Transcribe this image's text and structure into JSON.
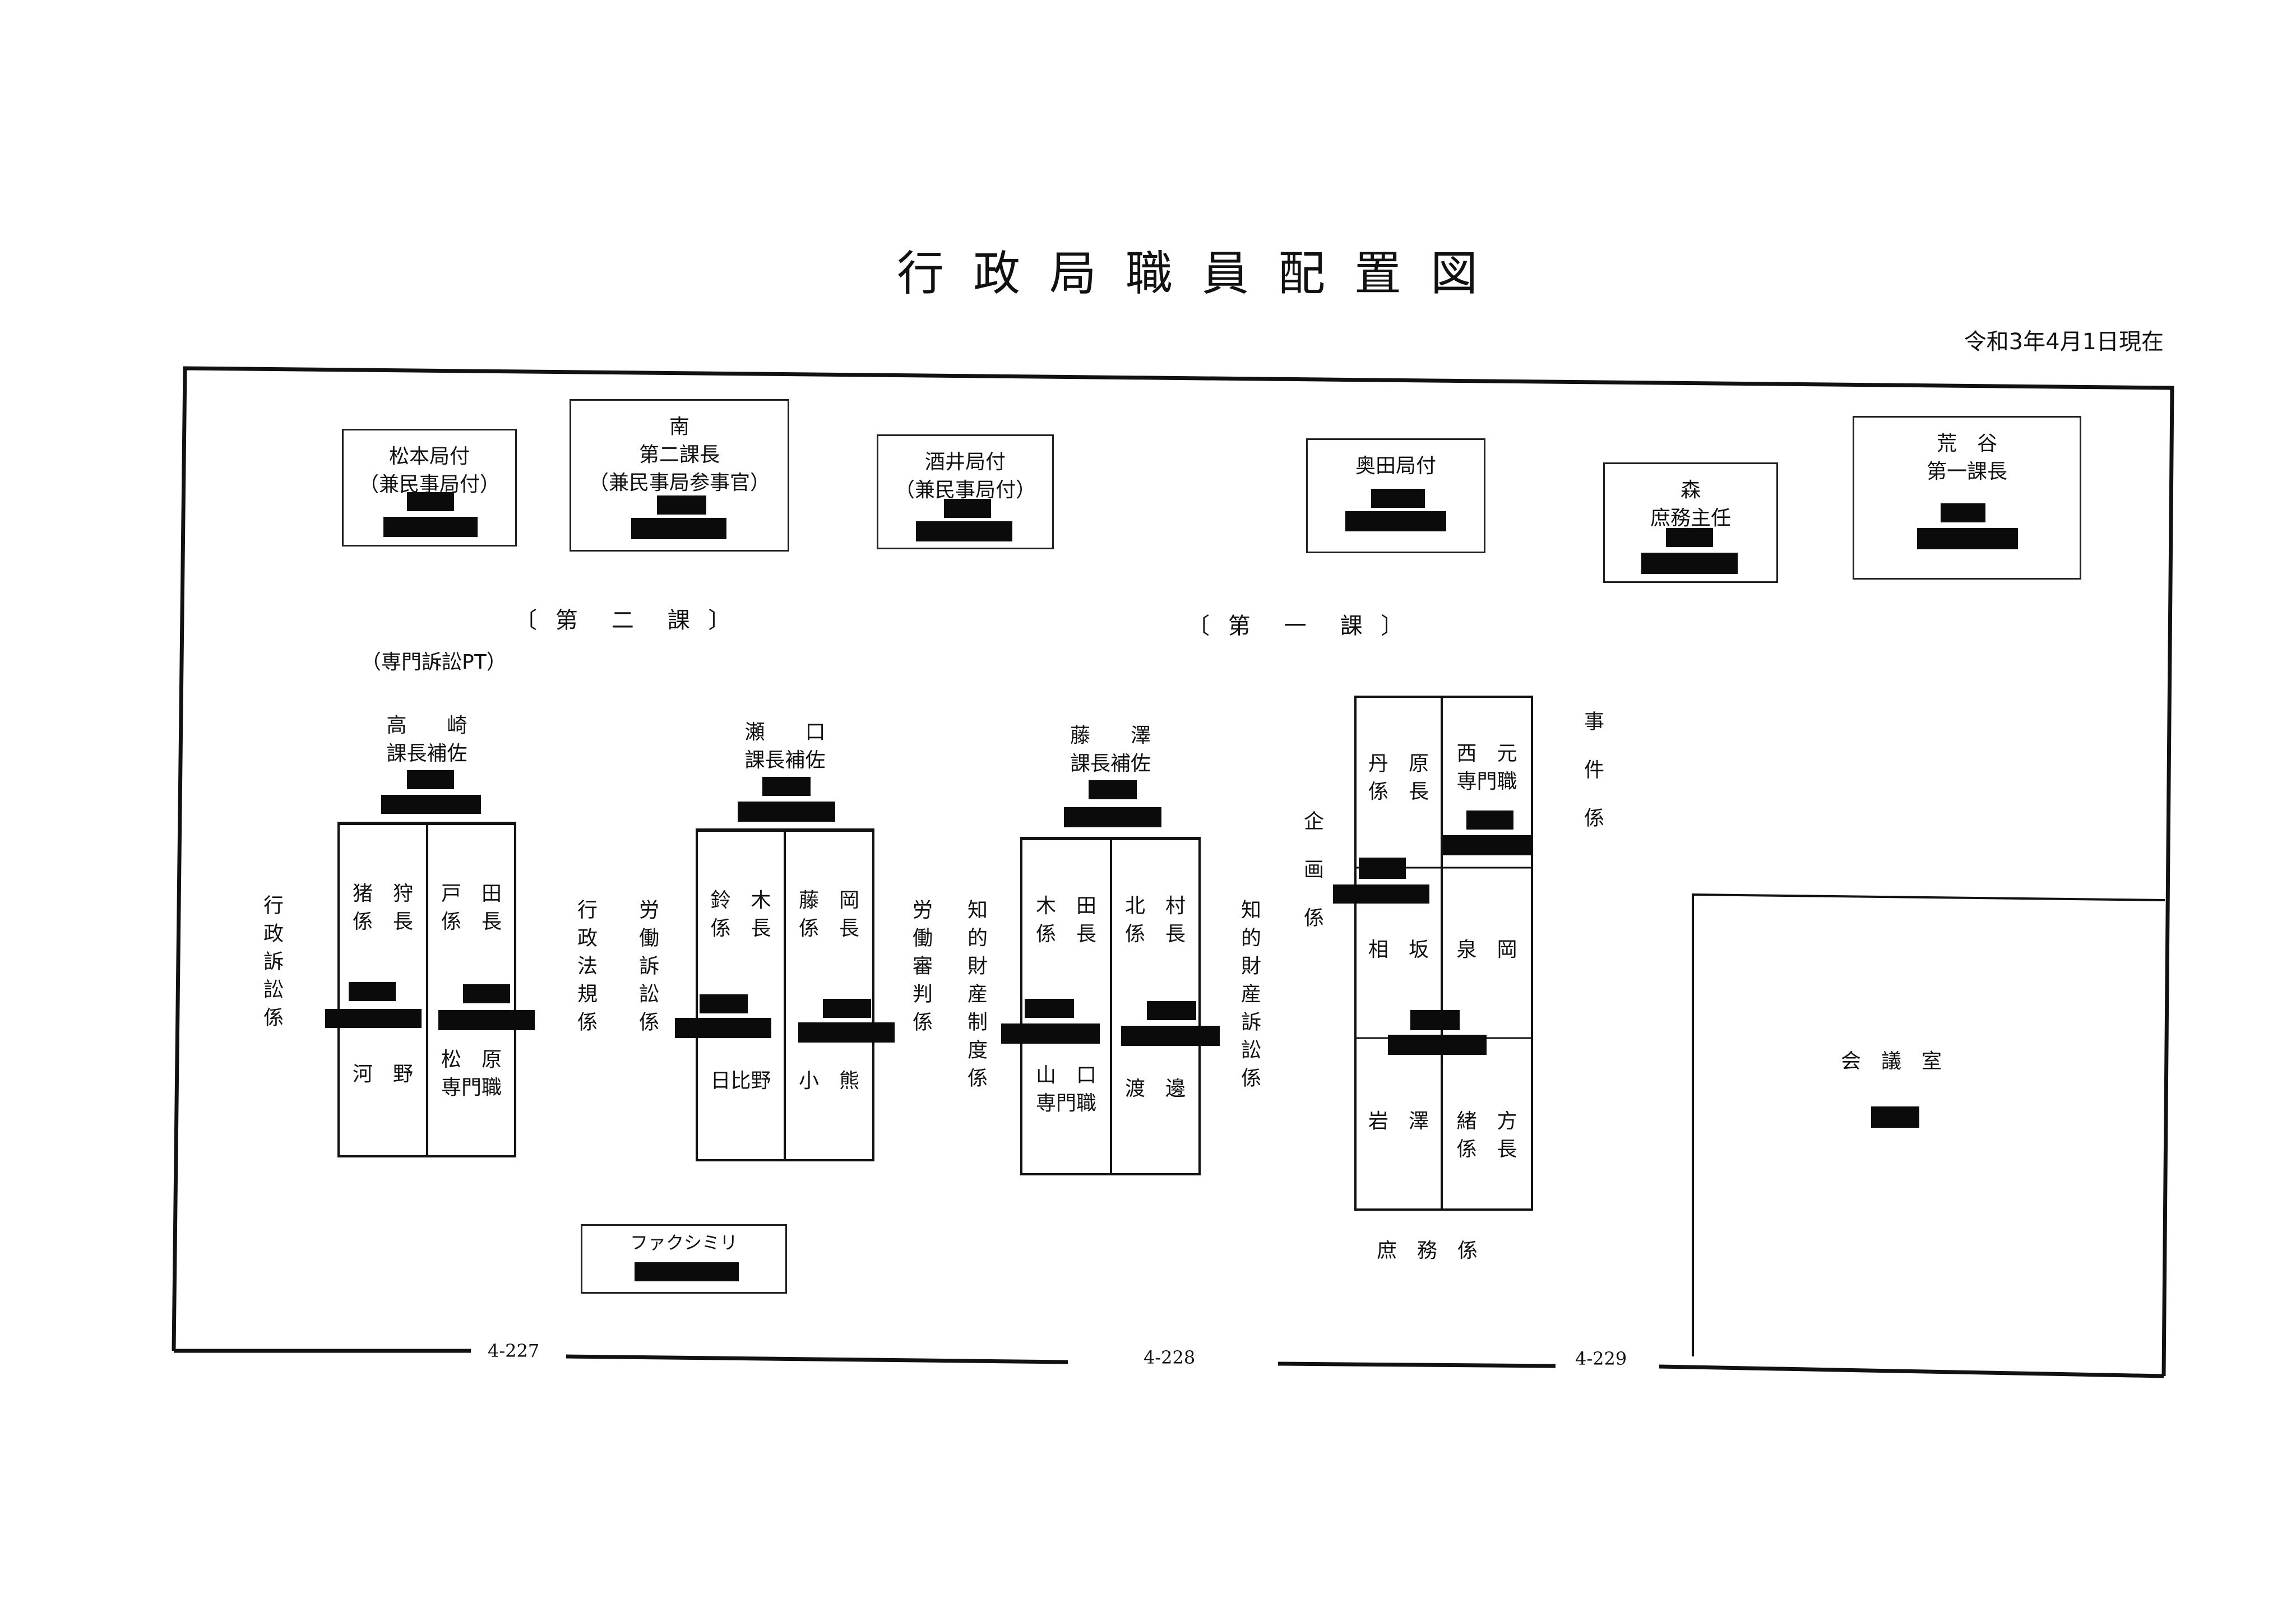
{
  "title": "行政局職員配置図",
  "as_of": "令和3年4月1日現在",
  "sections": {
    "second": "〔 第　二　課 〕",
    "first": "〔 第　一　課 〕",
    "pt": "（専門訴訟PT）"
  },
  "top_boxes": {
    "matsumoto": {
      "line1": "松本局付",
      "line2": "（兼民事局付）"
    },
    "minami": {
      "line1": "南",
      "line2": "第二課長",
      "line3": "（兼民事局参事官）"
    },
    "sakai": {
      "line1": "酒井局付",
      "line2": "（兼民事局付）"
    },
    "okuda": {
      "line1": "奥田局付"
    },
    "mori": {
      "line1": "森",
      "line2": "庶務主任"
    },
    "araya": {
      "line1": "荒　谷",
      "line2": "第一課長"
    }
  },
  "groups": {
    "takasaki": {
      "name": "高　　崎",
      "title": "課長補佐"
    },
    "seguchi": {
      "name": "瀬　　口",
      "title": "課長補佐"
    },
    "fujisawa": {
      "name": "藤　　澤",
      "title": "課長補佐"
    }
  },
  "desks": {
    "inokari": [
      "猪　狩",
      "係　長"
    ],
    "toda": [
      "戸　田",
      "係　長"
    ],
    "kawano": [
      "河　野"
    ],
    "matsubara": [
      "松　原",
      "専門職"
    ],
    "suzuki": [
      "鈴　木",
      "係　長"
    ],
    "fujioka": [
      "藤　岡",
      "係　長"
    ],
    "hibino": [
      "日比野"
    ],
    "oguma": [
      "小　熊"
    ],
    "kida": [
      "木　田",
      "係　長"
    ],
    "kitamura": [
      "北　村",
      "係　長"
    ],
    "yamaguchi": [
      "山　口",
      "専門職"
    ],
    "watanabe": [
      "渡　邊"
    ],
    "niwa": [
      "丹　原",
      "係　長"
    ],
    "nishimoto": [
      "西　元",
      "専門職"
    ],
    "aisaka": [
      "相　坂"
    ],
    "izumioka": [
      "泉　岡"
    ],
    "iwasawa": [
      "岩　澤"
    ],
    "ogata": [
      "緒　方",
      "係　長"
    ]
  },
  "units": {
    "gyosei_sosho": "行政訴訟係",
    "gyosei_hoki": "行政法規係",
    "rodo_sosho": "労働訴訟係",
    "rodo_shinpan": "労働審判係",
    "chizai_seido": "知的財産制度係",
    "chizai_sosho": "知的財産訴訟係",
    "kikaku": "企画係",
    "jiken": "事件係",
    "shomu": "庶　務　係"
  },
  "fax_label": "ファクシミリ",
  "meeting_room": "会　議　室",
  "extensions": [
    "4-227",
    "4-228",
    "4-229"
  ]
}
